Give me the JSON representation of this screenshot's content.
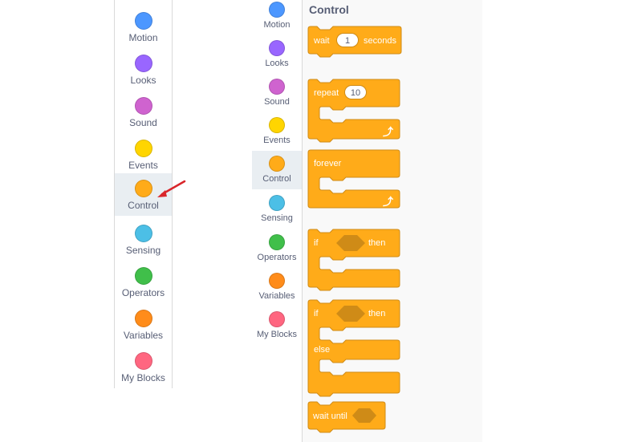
{
  "left_categories": [
    {
      "label": "Motion",
      "color": "#4c97ff",
      "icon": "motion-dot-icon"
    },
    {
      "label": "Looks",
      "color": "#9966ff",
      "icon": "looks-dot-icon"
    },
    {
      "label": "Sound",
      "color": "#cf63cf",
      "icon": "sound-dot-icon"
    },
    {
      "label": "Events",
      "color": "#ffd500",
      "icon": "events-dot-icon"
    },
    {
      "label": "Control",
      "color": "#ffab19",
      "icon": "control-dot-icon",
      "selected": true
    },
    {
      "label": "Sensing",
      "color": "#4cbfe6",
      "icon": "sensing-dot-icon"
    },
    {
      "label": "Operators",
      "color": "#40bf4a",
      "icon": "operators-dot-icon"
    },
    {
      "label": "Variables",
      "color": "#ff8c1a",
      "icon": "variables-dot-icon"
    },
    {
      "label": "My Blocks",
      "color": "#ff6680",
      "icon": "my-blocks-dot-icon"
    }
  ],
  "mid_categories": [
    {
      "label": "Motion",
      "color": "#4c97ff"
    },
    {
      "label": "Looks",
      "color": "#9966ff"
    },
    {
      "label": "Sound",
      "color": "#cf63cf"
    },
    {
      "label": "Events",
      "color": "#ffd500"
    },
    {
      "label": "Control",
      "color": "#ffab19",
      "selected": true
    },
    {
      "label": "Sensing",
      "color": "#4cbfe6"
    },
    {
      "label": "Operators",
      "color": "#40bf4a"
    },
    {
      "label": "Variables",
      "color": "#ff8c1a"
    },
    {
      "label": "My Blocks",
      "color": "#ff6680"
    }
  ],
  "palette": {
    "title": "Control",
    "block_color": "#ffab19",
    "block_border": "#cf8b17",
    "wait": {
      "label": "wait",
      "value": "1",
      "suffix": "seconds"
    },
    "repeat": {
      "label": "repeat",
      "value": "10"
    },
    "forever": {
      "label": "forever"
    },
    "if_then": {
      "if": "if",
      "then": "then"
    },
    "if_else": {
      "if": "if",
      "then": "then",
      "else": "else"
    },
    "wait_until": {
      "label": "wait until"
    }
  },
  "annotation": {
    "arrow_color": "#d9262b"
  }
}
